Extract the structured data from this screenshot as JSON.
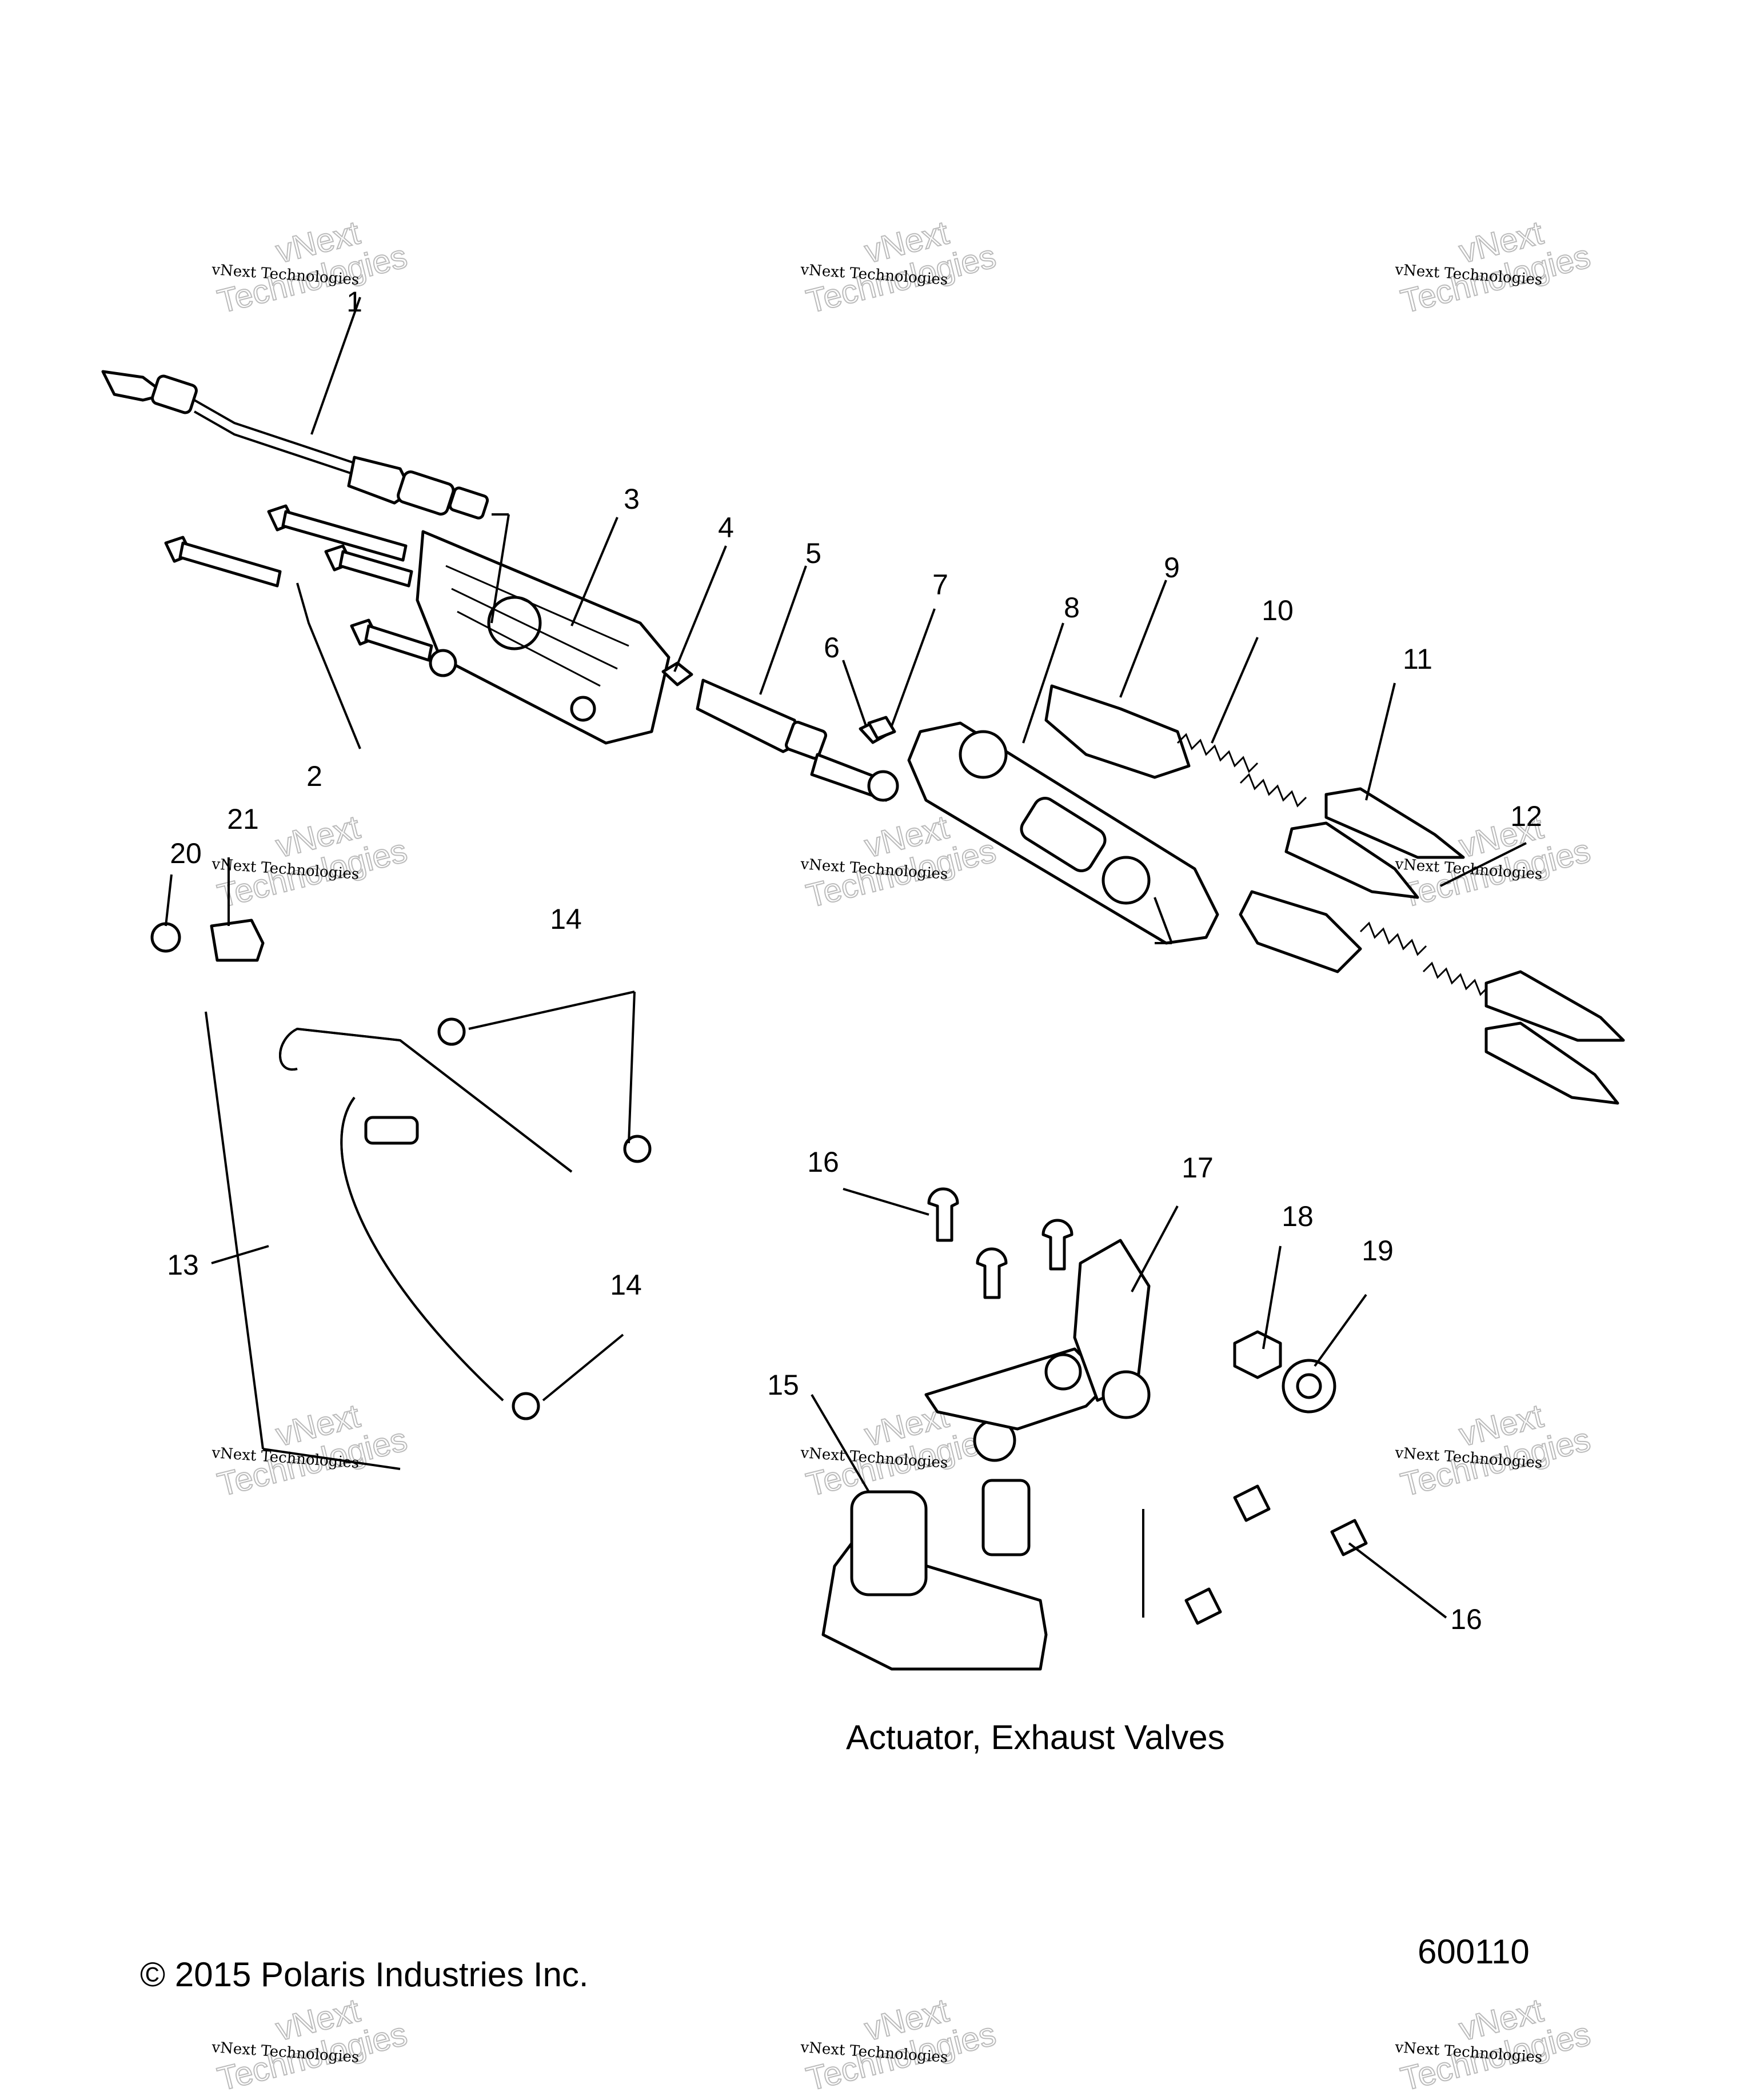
{
  "figure_number": "600110",
  "caption": "Actuator, Exhaust Valves",
  "copyright": "© 2015 Polaris Industries Inc.",
  "watermark": {
    "line1": "vNext Technologies",
    "line2": "vNext",
    "line3": "Technologies"
  },
  "callouts": [
    "1",
    "2",
    "3",
    "4",
    "5",
    "6",
    "7",
    "8",
    "9",
    "10",
    "11",
    "12",
    "13",
    "14",
    "14",
    "15",
    "16",
    "16",
    "17",
    "18",
    "19",
    "20",
    "21"
  ]
}
